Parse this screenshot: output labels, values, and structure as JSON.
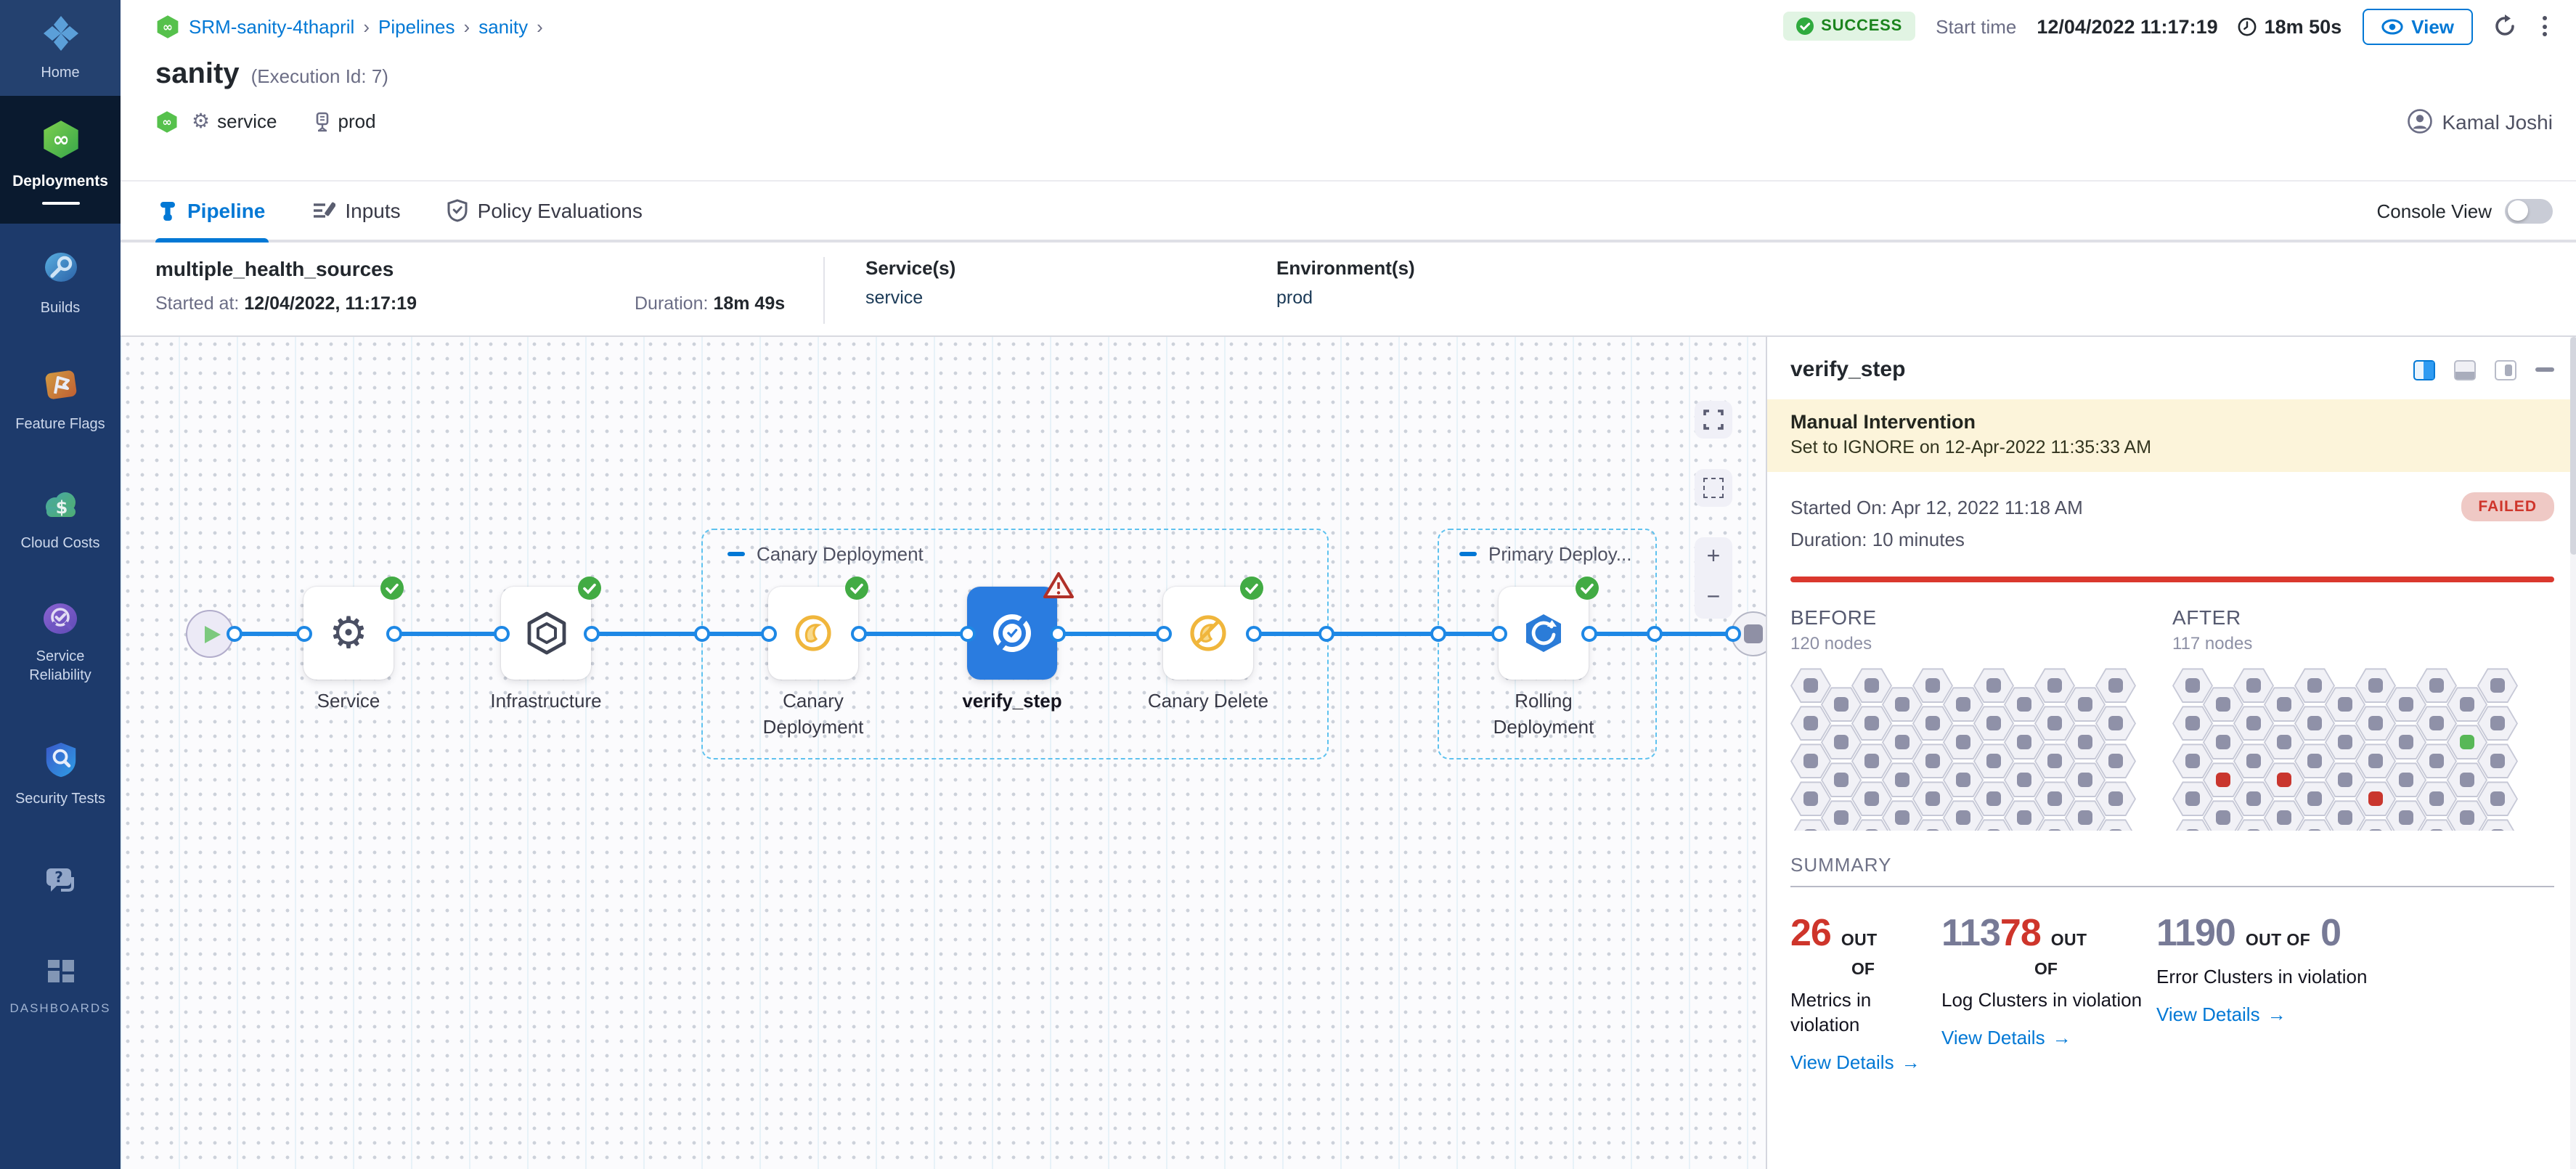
{
  "sidebar": {
    "items": [
      {
        "id": "home",
        "label": "Home"
      },
      {
        "id": "deployments",
        "label": "Deployments"
      },
      {
        "id": "builds",
        "label": "Builds"
      },
      {
        "id": "feature-flags",
        "label": "Feature Flags"
      },
      {
        "id": "cloud-costs",
        "label": "Cloud Costs"
      },
      {
        "id": "service-reliability",
        "label": "Service Reliability"
      },
      {
        "id": "security-tests",
        "label": "Security Tests"
      },
      {
        "id": "dashboards",
        "label": "DASHBOARDS"
      }
    ]
  },
  "breadcrumb": {
    "separator": "›",
    "items": [
      "SRM-sanity-4thapril",
      "Pipelines",
      "sanity"
    ]
  },
  "header": {
    "title": "sanity",
    "execution_id": "(Execution Id: 7)",
    "status_badge": "SUCCESS",
    "start_time_label": "Start time",
    "start_time": "12/04/2022 11:17:19",
    "duration": "18m 50s",
    "view_button": "View",
    "service_tag": "service",
    "env_tag": "prod",
    "user_name": "Kamal Joshi"
  },
  "tabs": {
    "pipeline": "Pipeline",
    "inputs": "Inputs",
    "policy": "Policy Evaluations",
    "console_view": "Console View"
  },
  "stage": {
    "name": "multiple_health_sources",
    "started_label": "Started at:",
    "started_value": "12/04/2022, 11:17:19",
    "duration_label": "Duration:",
    "duration_value": "18m 49s",
    "services_label": "Service(s)",
    "service_value": "service",
    "environments_label": "Environment(s)",
    "environment_value": "prod"
  },
  "pipeline": {
    "groups": [
      {
        "label": "Canary Deployment"
      },
      {
        "label": "Primary Deploy..."
      }
    ],
    "nodes": [
      {
        "label": "Service",
        "status": "success"
      },
      {
        "label": "Infrastructure",
        "status": "success"
      },
      {
        "label": "Canary Deployment",
        "status": "success"
      },
      {
        "label": "verify_step",
        "status": "warning",
        "selected": true
      },
      {
        "label": "Canary Delete",
        "status": "success"
      },
      {
        "label": "Rolling Deployment",
        "status": "success"
      }
    ],
    "zoom_in": "+",
    "zoom_out": "−"
  },
  "panel": {
    "title": "verify_step",
    "banner": {
      "title": "Manual Intervention",
      "text": "Set to IGNORE on 12-Apr-2022 11:35:33 AM"
    },
    "started": "Started On: Apr 12, 2022 11:18 AM",
    "duration": "Duration: 10 minutes",
    "status": "FAILED",
    "before": {
      "label": "BEFORE",
      "nodes": "120 nodes"
    },
    "after": {
      "label": "AFTER",
      "nodes": "117 nodes"
    },
    "summary_label": "SUMMARY",
    "view_arrow": "→",
    "cards": [
      {
        "num_red": "26",
        "out_of_1": "OUT",
        "out_of_2": "OF",
        "label": "Metrics in violation",
        "link": "View Details"
      },
      {
        "num_gray": "113",
        "num_red": "78",
        "out_of_1": "OUT",
        "out_of_2": "OF",
        "label": "Log Clusters in violation",
        "link": "View Details"
      },
      {
        "num_gray": "1190",
        "out_of": "OUT OF",
        "num_gray2": "0",
        "label": "Error Clusters in violation",
        "link": "View Details"
      }
    ],
    "hex_grids": {
      "cols": 11,
      "rows": 5,
      "colors": {
        "red": "#c9362e",
        "green": "#58b857",
        "gray": "#8f91a8"
      },
      "before": {
        "special": []
      },
      "after": {
        "special": [
          {
            "col": 9,
            "row": 1,
            "color": "green"
          },
          {
            "col": 1,
            "row": 2,
            "color": "red"
          },
          {
            "col": 3,
            "row": 2,
            "color": "red"
          },
          {
            "col": 6,
            "row": 3,
            "color": "red"
          }
        ]
      }
    }
  }
}
